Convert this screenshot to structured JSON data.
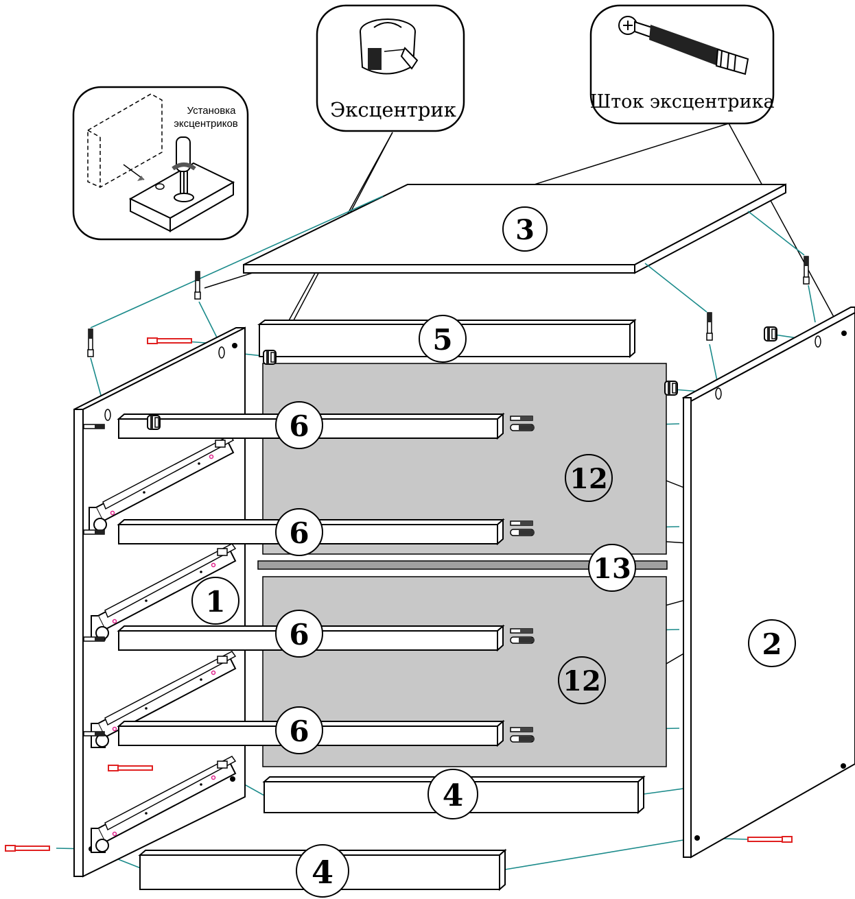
{
  "callouts": {
    "eccentric": {
      "label": "Эксцентрик"
    },
    "eccentric_rod": {
      "label": "Шток эксцентрика"
    },
    "install": {
      "line1": "Установка",
      "line2": "эксцентриков"
    }
  },
  "parts": {
    "left_side": "1",
    "right_side": "2",
    "top": "3",
    "plinth_back": "4",
    "plinth_front": "4",
    "top_rail": "5",
    "rail_1": "6",
    "rail_2": "6",
    "rail_3": "6",
    "rail_4": "6",
    "back_panel_upper": "12",
    "back_panel_lower": "12",
    "divider": "13"
  },
  "colors": {
    "panel_gray": "#c8c8c8",
    "leader_teal": "#1a8a8a",
    "screw_red": "#e02020",
    "line": "#000000"
  }
}
